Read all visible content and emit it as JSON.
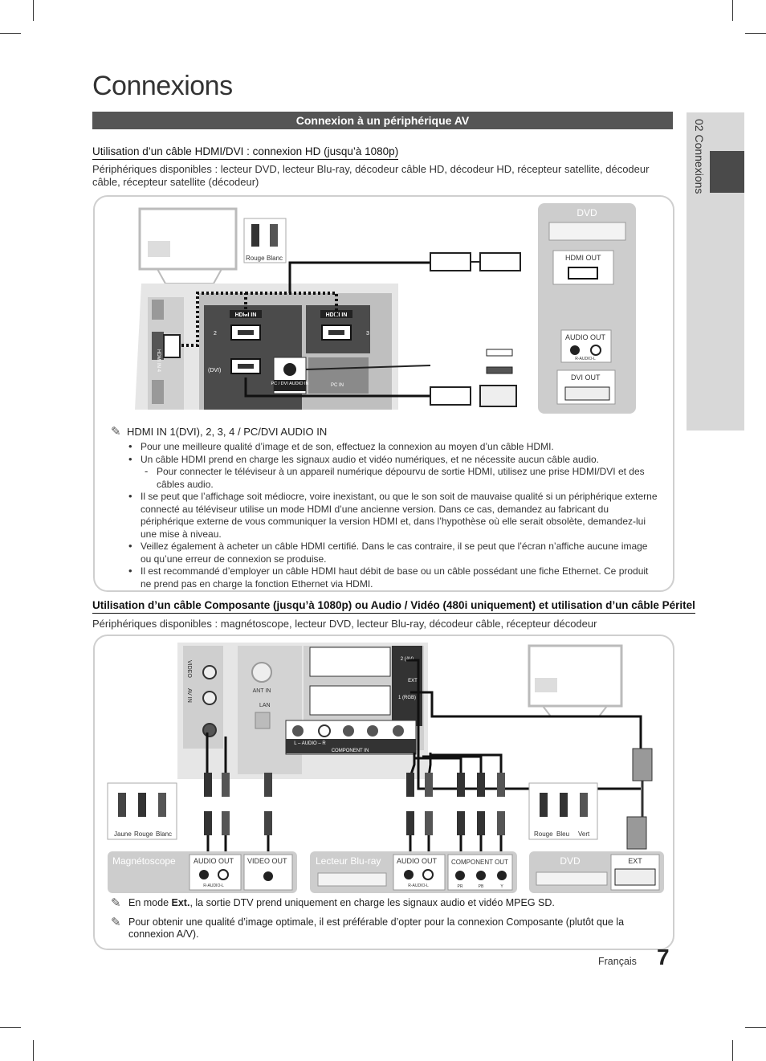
{
  "page": {
    "title": "Connexions",
    "language": "Français",
    "page_number": "7",
    "side_tab": "02  Connexions"
  },
  "section": {
    "title": "Connexion à un périphérique AV"
  },
  "hdmi": {
    "heading": "Utilisation d’un câble HDMI/DVI : connexion HD (jusqu’à 1080p)",
    "devices": "Périphériques disponibles : lecteur DVD, lecteur Blu-ray, décodeur câble HD, décodeur HD, récepteur satellite, décodeur câble, récepteur satellite (décodeur)",
    "diagram": {
      "audio_plugs": [
        "Rouge",
        "Blanc"
      ],
      "ports_top": [
        "HDMI IN",
        "HDMI IN"
      ],
      "port_numbers": [
        "2",
        "3"
      ],
      "port_dvi": "(DVI)",
      "pc_dvi_audio": "PC / DVI AUDIO IN",
      "pc_in": "PC IN",
      "side_labels": [
        "HDMI IN 4"
      ],
      "device_panel": {
        "title": "DVD",
        "hdmi_out": "HDMI OUT",
        "audio_out": "AUDIO OUT",
        "audio_rl": "R-AUDIO-L",
        "dvi_out": "DVI OUT"
      }
    },
    "note_title": "HDMI IN 1(DVI), 2, 3, 4 / PC/DVI AUDIO IN",
    "bullets": [
      "Pour une meilleure qualité d’image et de son, effectuez la connexion au moyen d’un câble HDMI.",
      "Un câble HDMI prend en charge les signaux audio et vidéo numériques, et ne nécessite aucun câble audio.",
      "Pour connecter le téléviseur à un appareil numérique dépourvu de sortie HDMI, utilisez une prise HDMI/DVI et des câbles audio.",
      "Il se peut que l’affichage soit médiocre, voire inexistant, ou que le son soit de mauvaise qualité si un périphérique externe connecté au téléviseur utilise un mode HDMI d’une ancienne version. Dans ce cas, demandez au fabricant du périphérique externe de vous communiquer la version HDMI et, dans l’hypothèse où elle serait obsolète, demandez-lui une mise à niveau.",
      "Veillez également à acheter un câble HDMI certifié. Dans le cas contraire, il se peut que l’écran n’affiche aucune image ou qu’une erreur de connexion se produise.",
      "Il est recommandé   d’employer un câble HDMI haut débit de base ou un câble possédant une fiche Ethernet. Ce produit ne prend pas en charge la fonction Ethernet via HDMI."
    ]
  },
  "component": {
    "heading": "Utilisation d’un câble Composante (jusqu’à 1080p) ou Audio / Vidéo (480i uniquement) et utilisation d’un câble Péritel",
    "devices": "Périphériques disponibles : magnétoscope, lecteur DVD, lecteur Blu-ray, décodeur câble, récepteur décodeur",
    "diagram": {
      "tv_panel": {
        "video": "VIDEO",
        "av_in": "AV IN",
        "audio_lr": "L – AUDIO – R",
        "ant_in": "ANT IN",
        "lan": "LAN",
        "ext2": "2 (AV)",
        "ext": "EXT",
        "ext1": "1 (RGB)",
        "component_in": "COMPONENT IN",
        "audio_row": "L – AUDIO – R"
      },
      "plug_groups": [
        {
          "labels": [
            "Jaune",
            "Rouge",
            "Blanc"
          ]
        },
        {
          "labels": [
            "Rouge",
            "Bleu",
            "Vert"
          ]
        }
      ],
      "devices": [
        {
          "name": "Magnétoscope",
          "port1": "AUDIO OUT",
          "port1_sub": "R-AUDIO-L",
          "port2": "VIDEO OUT"
        },
        {
          "name": "Lecteur Blu-ray",
          "port1": "AUDIO OUT",
          "port1_sub": "R-AUDIO-L",
          "port2": "COMPONENT OUT",
          "port2_sub": [
            "PR",
            "PB",
            "Y"
          ]
        },
        {
          "name": "DVD",
          "port1": "EXT"
        }
      ]
    },
    "notes": [
      {
        "before": "En mode ",
        "bold": "Ext.",
        "after": ", la sortie DTV prend uniquement en charge les signaux audio et vidéo MPEG SD."
      },
      {
        "text": "Pour obtenir une qualité d’image optimale, il est préférable d’opter pour la connexion Composante (plutôt que la connexion A/V)."
      }
    ]
  }
}
